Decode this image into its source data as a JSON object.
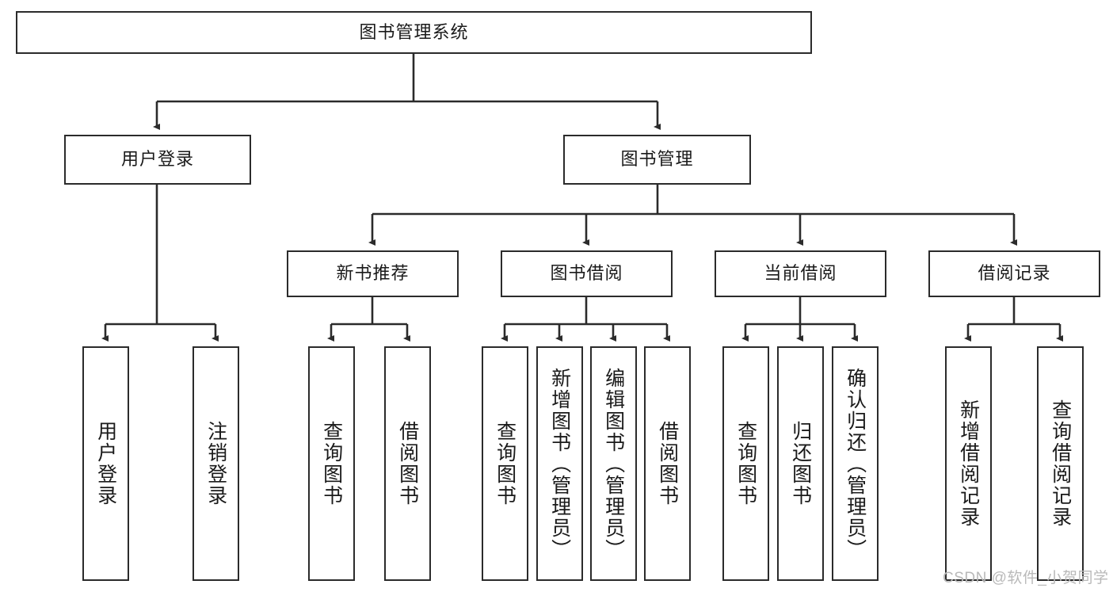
{
  "diagram": {
    "title": "图书管理系统",
    "type": "tree-hierarchy-diagram",
    "watermark": "CSDN @软件_小贺同学",
    "colors": {
      "stroke": "#2b2b2b",
      "fill": "#ffffff",
      "text": "#1a1a1a",
      "watermark": "#b9b9b9"
    },
    "nodes": {
      "root": {
        "label": "图书管理系统"
      },
      "level2": [
        {
          "label": "用户登录"
        },
        {
          "label": "图书管理"
        }
      ],
      "level3": [
        {
          "label": "新书推荐"
        },
        {
          "label": "图书借阅"
        },
        {
          "label": "当前借阅"
        },
        {
          "label": "借阅记录"
        }
      ],
      "leaves": [
        {
          "label": "用户登录",
          "parent": "用户登录"
        },
        {
          "label": "注销登录",
          "parent": "用户登录"
        },
        {
          "label": "查询图书",
          "parent": "新书推荐"
        },
        {
          "label": "借阅图书",
          "parent": "新书推荐"
        },
        {
          "label": "查询图书",
          "parent": "图书借阅"
        },
        {
          "label": "新增图书（管理员）",
          "parent": "图书借阅"
        },
        {
          "label": "编辑图书（管理员）",
          "parent": "图书借阅"
        },
        {
          "label": "借阅图书",
          "parent": "图书借阅"
        },
        {
          "label": "查询图书",
          "parent": "当前借阅"
        },
        {
          "label": "归还图书",
          "parent": "当前借阅"
        },
        {
          "label": "确认归还（管理员）",
          "parent": "当前借阅"
        },
        {
          "label": "新增借阅记录",
          "parent": "借阅记录"
        },
        {
          "label": "查询借阅记录",
          "parent": "借阅记录"
        }
      ]
    }
  }
}
